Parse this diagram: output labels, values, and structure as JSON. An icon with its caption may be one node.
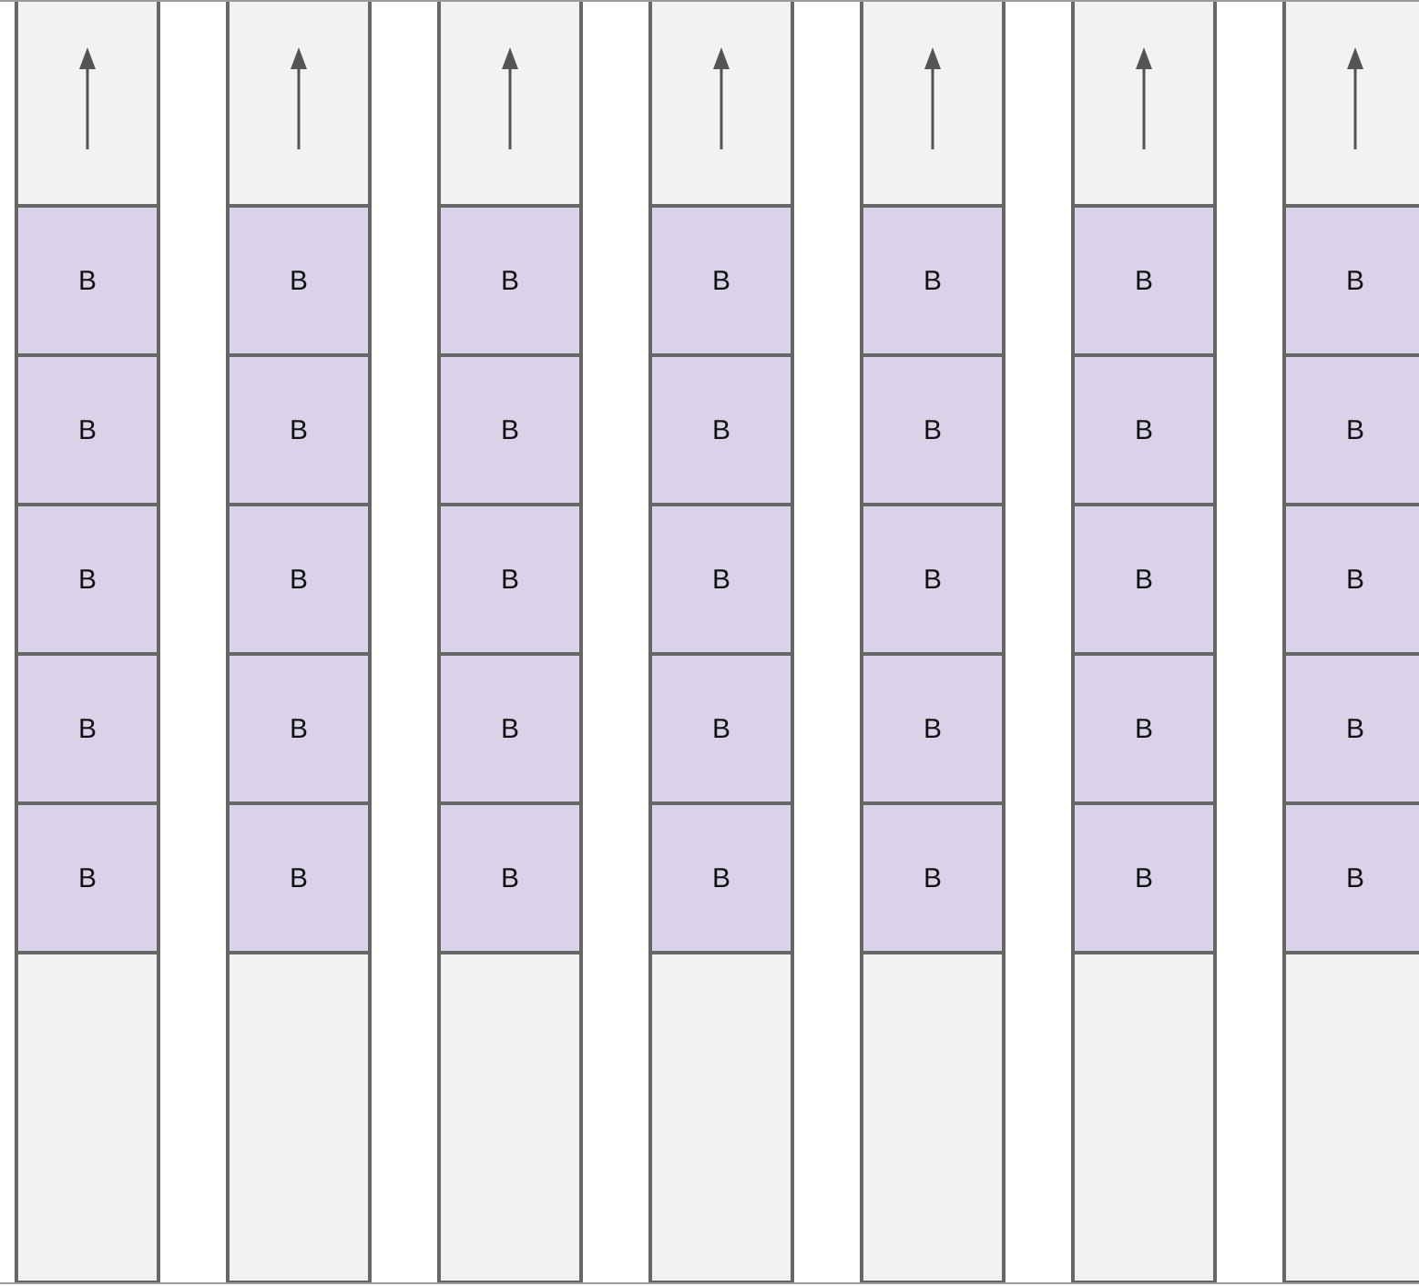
{
  "diagram": {
    "nodes": [
      {
        "text": [],
        "shape": "box"
      },
      {
        "text": [
          "B"
        ],
        "in": 0
      },
      {
        "text": [
          "B"
        ],
        "in": 0
      },
      {
        "text": [
          "B"
        ],
        "in": 0
      },
      {
        "text": [
          "B"
        ],
        "in": 0
      },
      {
        "text": [
          "B"
        ],
        "in": 0
      },
      {
        "text": [],
        "shape": "box"
      },
      {
        "text": [
          "B"
        ],
        "in": 6
      },
      {
        "text": [
          "B"
        ],
        "in": 6
      },
      {
        "text": [
          "B"
        ],
        "in": 6
      },
      {
        "text": [
          "B"
        ],
        "in": 6
      },
      {
        "text": [
          "B"
        ],
        "in": 6
      },
      {
        "text": [],
        "shape": "box"
      },
      {
        "text": [
          "B"
        ],
        "in": 12
      },
      {
        "text": [
          "B"
        ],
        "in": 12
      },
      {
        "text": [
          "B"
        ],
        "in": 12
      },
      {
        "text": [
          "B"
        ],
        "in": 12
      },
      {
        "text": [
          "B"
        ],
        "in": 12
      },
      {
        "text": [],
        "shape": "box"
      },
      {
        "text": [
          "B"
        ],
        "in": 18
      },
      {
        "text": [
          "B"
        ],
        "in": 18
      },
      {
        "text": [
          "B"
        ],
        "in": 18
      },
      {
        "text": [
          "B"
        ],
        "in": 18
      },
      {
        "text": [
          "B"
        ],
        "in": 18
      },
      {
        "text": [],
        "shape": "box"
      },
      {
        "text": [
          "B"
        ],
        "in": 24
      },
      {
        "text": [
          "B"
        ],
        "in": 24
      },
      {
        "text": [
          "B"
        ],
        "in": 24
      },
      {
        "text": [
          "B"
        ],
        "in": 24
      },
      {
        "text": [
          "B"
        ],
        "in": 24
      },
      {
        "text": [],
        "shape": "box"
      },
      {
        "text": [
          "B"
        ],
        "in": 30
      },
      {
        "text": [
          "B"
        ],
        "in": 30
      },
      {
        "text": [
          "B"
        ],
        "in": 30
      },
      {
        "text": [
          "B"
        ],
        "in": 30
      },
      {
        "text": [
          "B"
        ],
        "in": 30
      },
      {
        "text": [],
        "shape": "box"
      },
      {
        "text": [
          "B"
        ],
        "in": 36
      },
      {
        "text": [
          "B"
        ],
        "in": 36
      },
      {
        "text": [
          "B"
        ],
        "in": 36
      },
      {
        "text": [
          "B"
        ],
        "in": 36
      },
      {
        "text": [
          "B"
        ],
        "in": 36
      }
    ]
  }
}
